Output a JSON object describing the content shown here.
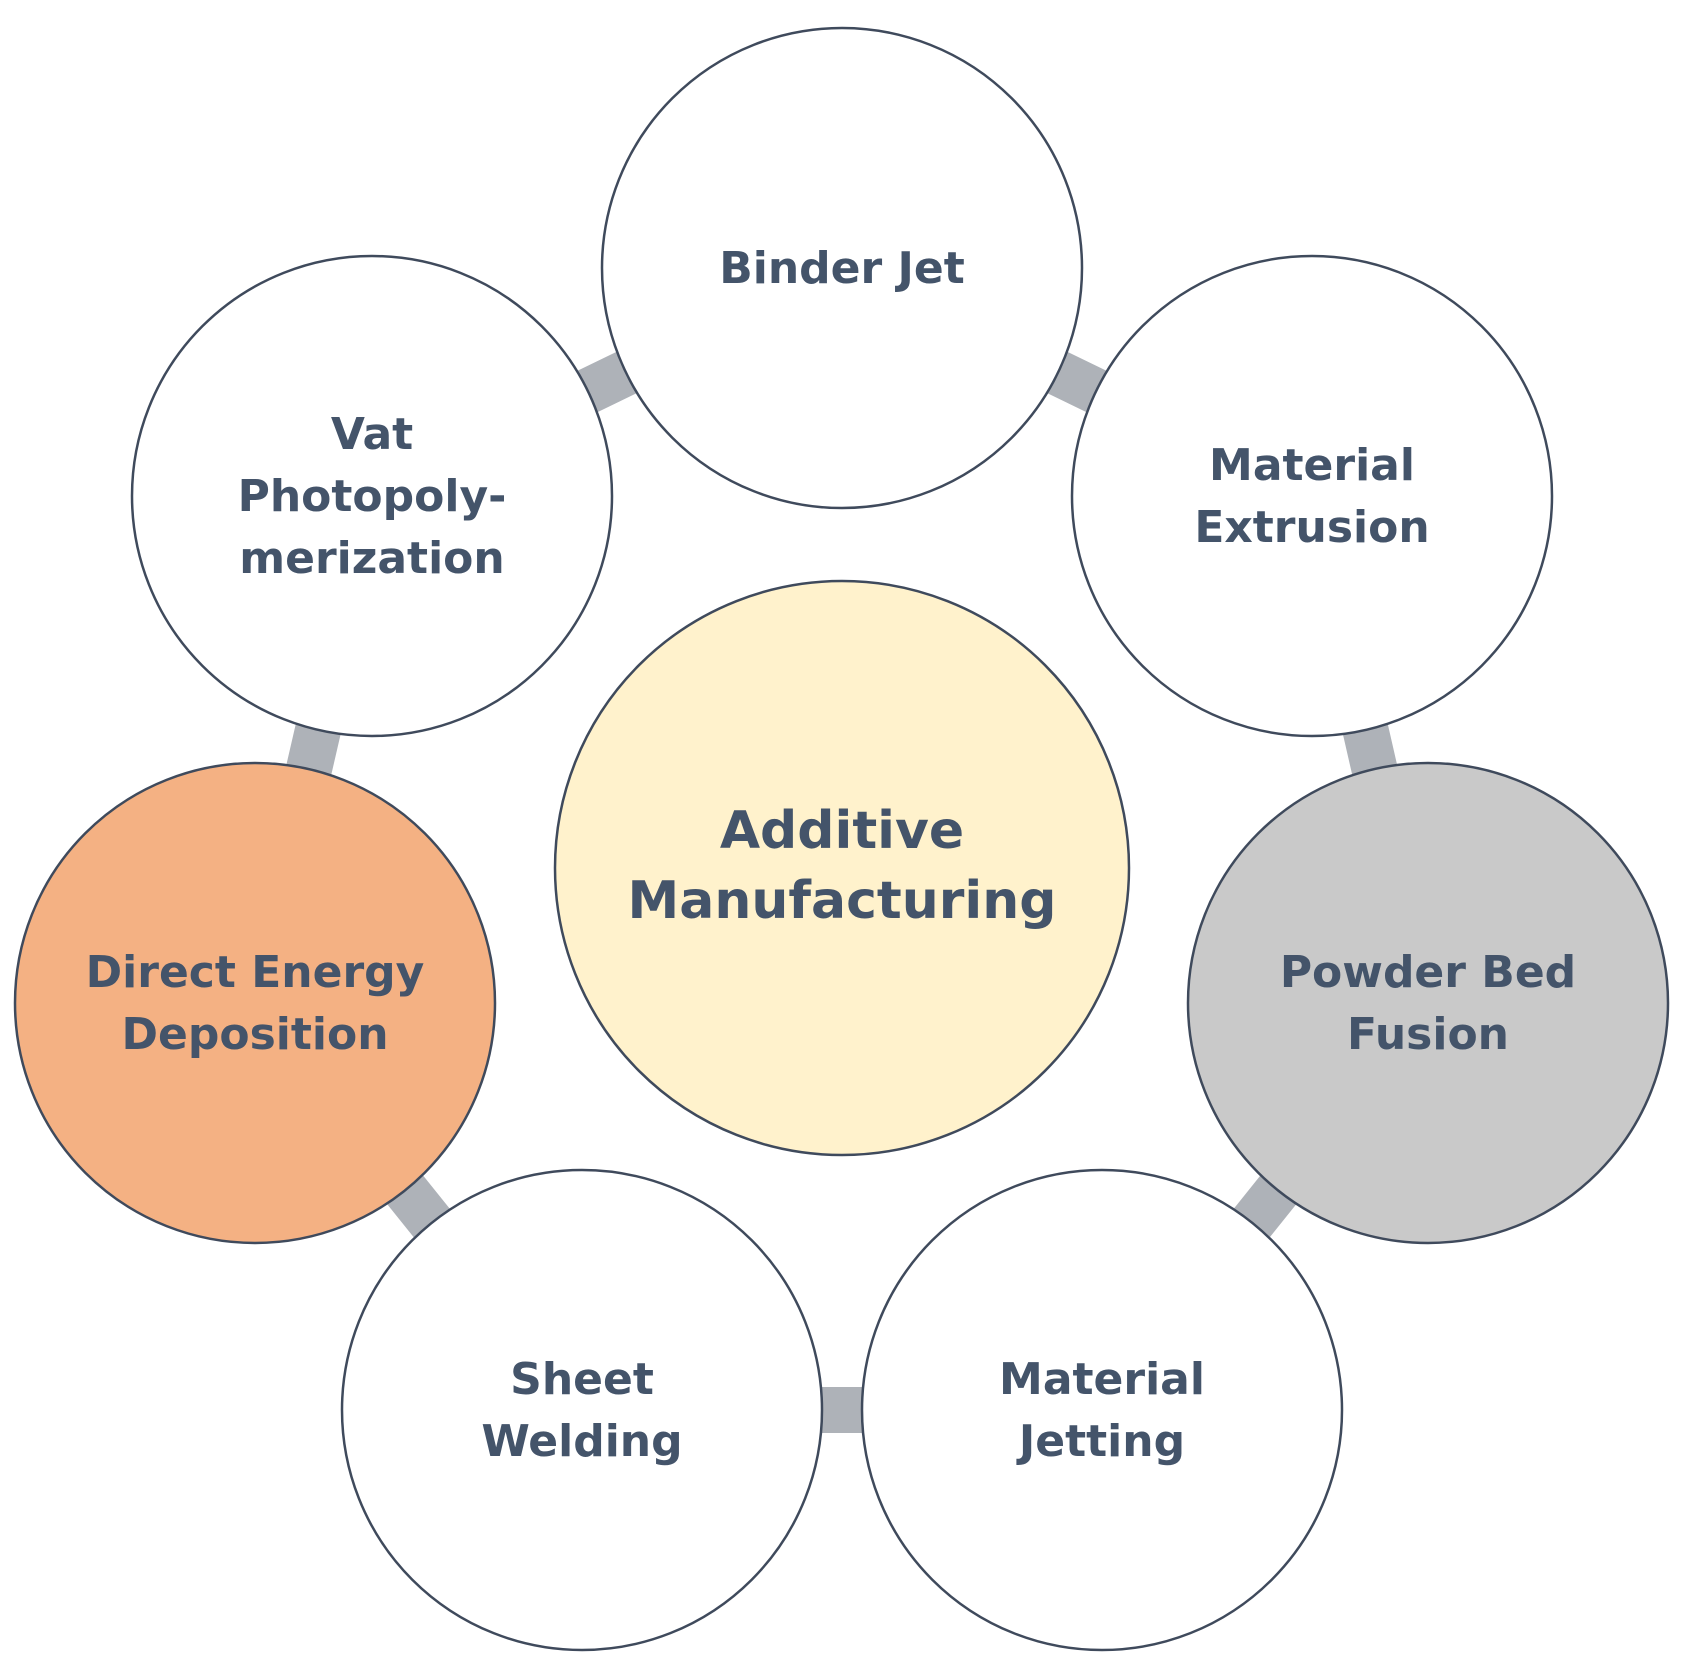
{
  "diagram": {
    "colors": {
      "connector": "#aeb2b8",
      "outline": "#3f4a5c",
      "text": "#44546a"
    },
    "center": {
      "label_lines": [
        "Additive",
        "Manufacturing"
      ],
      "fill": "#fff2cc"
    },
    "nodes": [
      {
        "id": "binder-jet",
        "label_lines": [
          "Binder Jet"
        ],
        "fill": "#ffffff"
      },
      {
        "id": "material-extrusion",
        "label_lines": [
          "Material",
          "Extrusion"
        ],
        "fill": "#ffffff"
      },
      {
        "id": "powder-bed-fusion",
        "label_lines": [
          "Powder Bed",
          "Fusion"
        ],
        "fill": "#c9c9c9"
      },
      {
        "id": "material-jetting",
        "label_lines": [
          "Material",
          "Jetting"
        ],
        "fill": "#ffffff"
      },
      {
        "id": "sheet-welding",
        "label_lines": [
          "Sheet",
          "Welding"
        ],
        "fill": "#ffffff"
      },
      {
        "id": "direct-energy-deposition",
        "label_lines": [
          "Direct Energy",
          "Deposition"
        ],
        "fill": "#f4b183"
      },
      {
        "id": "vat-photopolymerization",
        "label_lines": [
          "Vat",
          "Photopoly-",
          "merization"
        ],
        "fill": "#ffffff"
      }
    ]
  }
}
